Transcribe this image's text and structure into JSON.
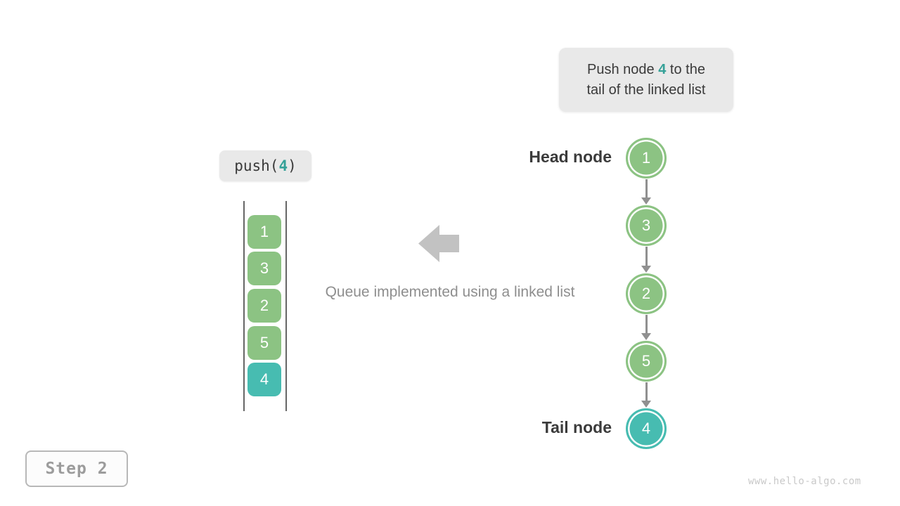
{
  "note": {
    "line1_prefix": "Push node ",
    "highlight": "4",
    "line1_suffix": " to the",
    "line2": "tail of the linked list"
  },
  "call": {
    "prefix": "push(",
    "highlight": "4",
    "suffix": ")"
  },
  "stack": {
    "items": [
      {
        "value": "1",
        "type": "green"
      },
      {
        "value": "3",
        "type": "green"
      },
      {
        "value": "2",
        "type": "green"
      },
      {
        "value": "5",
        "type": "green"
      },
      {
        "value": "4",
        "type": "teal"
      }
    ]
  },
  "caption": "Queue implemented using a linked list",
  "linked_list": {
    "head_label": "Head node",
    "tail_label": "Tail node",
    "nodes": [
      {
        "value": "1",
        "type": "green"
      },
      {
        "value": "3",
        "type": "green"
      },
      {
        "value": "2",
        "type": "green"
      },
      {
        "value": "5",
        "type": "green"
      },
      {
        "value": "4",
        "type": "teal"
      }
    ]
  },
  "step_badge": "Step 2",
  "watermark": "www.hello-algo.com",
  "colors": {
    "node_green": "#8cc383",
    "node_teal": "#47bcb1",
    "highlight_text_teal": "#35a198",
    "box_gray": "#e9e9e9",
    "block_arrow_gray": "#c2c2c2",
    "connector_gray": "#909090",
    "rail_gray": "#666666",
    "dark_text": "#3a3a3a",
    "muted_text": "#8e8e8e"
  }
}
